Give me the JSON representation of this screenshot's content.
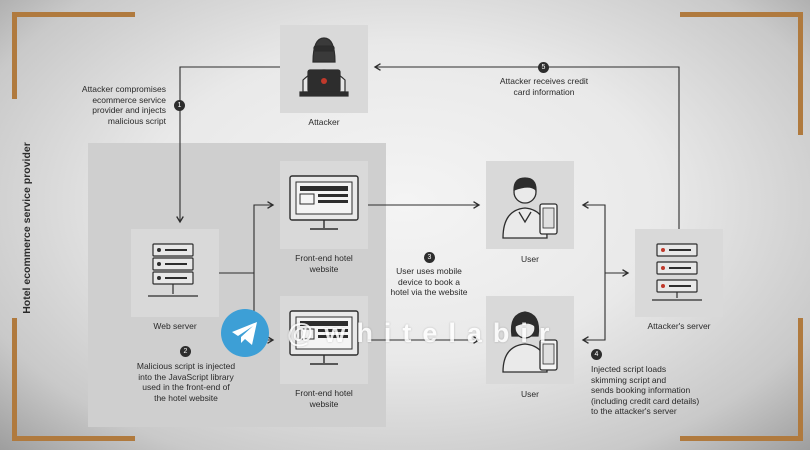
{
  "provider_title": "Hotel ecommerce service provider",
  "nodes": {
    "attacker": "Attacker",
    "web_server": "Web server",
    "frontend_top": "Front-end hotel\nwebsite",
    "frontend_bottom": "Front-end hotel\nwebsite",
    "user_top": "User",
    "user_bottom": "User",
    "attacker_server": "Attacker's server"
  },
  "steps": {
    "s1": {
      "num": "1",
      "text": "Attacker compromises\necommerce service\nprovider and injects\nmalicious script"
    },
    "s2": {
      "num": "2",
      "text": "Malicious script is injected\ninto the JavaScript library\nused in the front-end of\nthe hotel website"
    },
    "s3": {
      "num": "3",
      "text": "User uses mobile\ndevice to book a\nhotel via the website"
    },
    "s4": {
      "num": "4",
      "text": "Injected script loads\nskimming script and\nsends booking information\n(including credit card details)\nto the attacker's server"
    },
    "s5": {
      "num": "5",
      "text": "Attacker receives credit\ncard information"
    }
  },
  "watermark": "@whitelabir",
  "colors": {
    "accent_dark": "#2d2d2d",
    "corner": "#b07a3e",
    "telegram": "#3d9fd6",
    "attacker_led": "#c0392b"
  }
}
